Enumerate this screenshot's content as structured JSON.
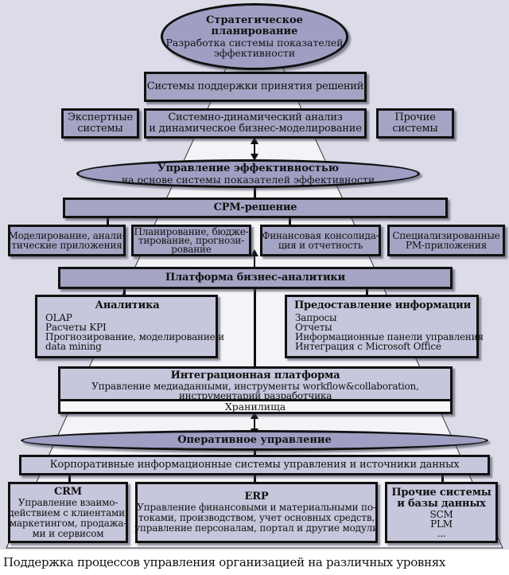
{
  "caption": "Поддержка процессов управления организацией на различных уровнях",
  "colors": {
    "background": "#dcdbe8",
    "pyramid": "#f4f4f8",
    "box_fill": "#a4a4c4",
    "box_fill_light": "#c6c6dc",
    "ellipse_fill": "#9f9fc4",
    "border": "#111111"
  },
  "strategic": {
    "ellipse": {
      "title_1": "Стратегическое",
      "title_2": "планирование",
      "subtitle_1": "Разработка системы показателей",
      "subtitle_2": "эффективности"
    },
    "dss": "Системы поддержки принятия решений",
    "expert": {
      "line_1": "Экспертные",
      "line_2": "системы"
    },
    "sd_analysis": {
      "line_1": "Системно-динамический анализ",
      "line_2": "и динамическое бизнес-моделирование"
    },
    "other": {
      "line_1": "Прочие",
      "line_2": "системы"
    }
  },
  "performance": {
    "ellipse": {
      "title": "Управление эффективностью",
      "subtitle": "на основе системы показателей эффективности"
    },
    "cpm": "CPM-решение",
    "modules": [
      {
        "line_1": "Моделирование, анали-",
        "line_2": "тические приложения"
      },
      {
        "line_1": "Планирование, бюдже-",
        "line_2": "тирование, прогнози-",
        "line_3": "рование"
      },
      {
        "line_1": "Финансовая консолида-",
        "line_2": "ция и отчетность"
      },
      {
        "line_1": "Специализированные",
        "line_2": "PM-приложения"
      }
    ],
    "bi_platform": "Платформа бизнес-аналитики",
    "analytics": {
      "title": "Аналитика",
      "items": [
        "OLAP",
        "Расчеты KPI",
        "Прогнозирование, моделирование и",
        "data mining"
      ]
    },
    "information": {
      "title": "Предоставление информации",
      "items": [
        "Запросы",
        "Отчеты",
        "Информационные панели управления",
        "Интеграция с Microsoft Office"
      ]
    },
    "integration": {
      "title": "Интеграционная платформа",
      "line_1": "Управление медиаданными, инструменты workflow&collaboration,",
      "line_2": "инструментарий разработчика"
    },
    "storage": "Хранилища"
  },
  "operational": {
    "ellipse": {
      "title": "Оперативное управление"
    },
    "corporate": "Корпоративные информационные системы управления и источники данных",
    "crm": {
      "title": "CRM",
      "line_1": "Управление взаимо-",
      "line_2": "действием с клиентами,",
      "line_3": "маркетингом, продажа-",
      "line_4": "ми и сервисом"
    },
    "erp": {
      "title": "ERP",
      "line_1": "Управление финансовыми и материальными по-",
      "line_2": "токами, производством, учет основных средств,",
      "line_3": "управление персоналам, портал и другие модули"
    },
    "other": {
      "title_1": "Прочие системы",
      "title_2": "и базы данных",
      "items": [
        "SCM",
        "PLM",
        "..."
      ]
    }
  },
  "icons": {
    "connector": "double-arrow-icon"
  }
}
